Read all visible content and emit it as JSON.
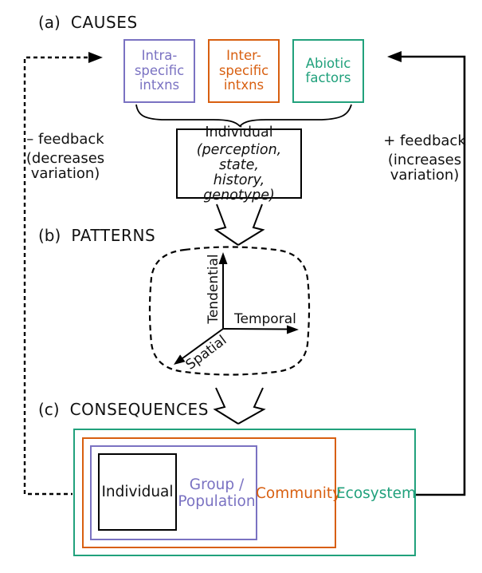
{
  "palette": {
    "purple": "#7a72c2",
    "orange": "#d85f10",
    "green": "#21a17c",
    "line": "#000000",
    "background": "#ffffff"
  },
  "sections": {
    "causes": {
      "index": "(a)",
      "title": "CAUSES"
    },
    "patterns": {
      "index": "(b)",
      "title": "PATTERNS"
    },
    "consequences": {
      "index": "(c)",
      "title": "CONSEQUENCES"
    }
  },
  "causes": {
    "boxes": [
      {
        "id": "intraspecific-interactions",
        "color": "#7a72c2",
        "lines": [
          "Intra-",
          "specific",
          "intxns"
        ]
      },
      {
        "id": "interspecific-interactions",
        "color": "#d85f10",
        "lines": [
          "Inter-",
          "specific",
          "intxns"
        ]
      },
      {
        "id": "abiotic-factors",
        "color": "#21a17c",
        "lines": [
          "Abiotic",
          "factors"
        ]
      }
    ],
    "individual": {
      "title": "Individual",
      "details": [
        "(perception, state,",
        "history, genotype)"
      ]
    }
  },
  "feedback": {
    "negative": {
      "label": "– feedback",
      "lines": [
        "(decreases",
        "variation)"
      ]
    },
    "positive": {
      "label": "+ feedback",
      "lines": [
        "(increases",
        "variation)"
      ]
    }
  },
  "patterns": {
    "axes": {
      "vertical": "Tendential",
      "horizontal": "Temporal",
      "diagonal": "Spatial"
    }
  },
  "consequences": {
    "levels": [
      {
        "id": "individual",
        "label": "Individual",
        "color": "#000000"
      },
      {
        "id": "group-population",
        "lines": [
          "Group /",
          "Population"
        ],
        "color": "#7a72c2"
      },
      {
        "id": "community",
        "label": "Community",
        "color": "#d85f10"
      },
      {
        "id": "ecosystem",
        "label": "Ecosystem",
        "color": "#21a17c"
      }
    ]
  }
}
